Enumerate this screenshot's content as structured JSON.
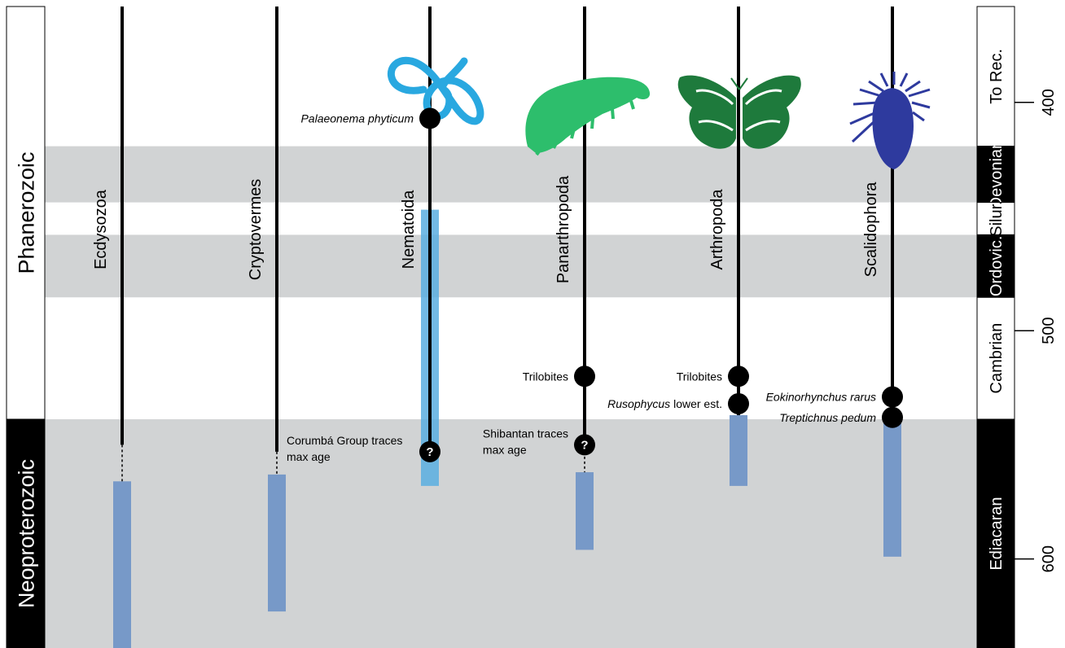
{
  "colors": {
    "band_gray": "#d1d3d4",
    "range_blue": "#7799c8",
    "nematoida_blue": "#5aaee0",
    "lineage": "#000000",
    "icon_nematode": "#29a8e0",
    "icon_panarthropod": "#2dbe6c",
    "icon_arthropod": "#1e7a3c",
    "icon_scalidophora": "#2e3a9e"
  },
  "eons": [
    {
      "label": "Phanerozoic",
      "start": 538.8,
      "end": 358,
      "style": "white"
    },
    {
      "label": "Neoproterozoic",
      "start": 639,
      "end": 538.8,
      "style": "black"
    }
  ],
  "periods": [
    {
      "label": "To Rec.",
      "start": 419.2,
      "end": 358,
      "style": "white",
      "band": false
    },
    {
      "label": "Devonian",
      "start": 443.8,
      "end": 419.2,
      "style": "black",
      "band": true
    },
    {
      "label": "Silur.",
      "start": 458,
      "end": 443.8,
      "style": "white",
      "band": false
    },
    {
      "label": "Ordovic.",
      "start": 485.4,
      "end": 458,
      "style": "black",
      "band": true
    },
    {
      "label": "Cambrian",
      "start": 538.8,
      "end": 485.4,
      "style": "white",
      "band": false
    },
    {
      "label": "Ediacaran",
      "start": 639,
      "end": 538.8,
      "style": "black",
      "band": true
    }
  ],
  "ticks": [
    {
      "label": "400",
      "age": 400
    },
    {
      "label": "500",
      "age": 500
    },
    {
      "label": "600",
      "age": 600
    }
  ],
  "clades": [
    {
      "label": "Ecdysozoa",
      "line_start": 550,
      "dashed_to": 566,
      "range": [
        566,
        640
      ]
    },
    {
      "label": "Cryptovermes",
      "line_start": 553,
      "dashed_to": 563,
      "range": [
        563,
        623
      ]
    },
    {
      "label": "Nematoida",
      "line_start": 553,
      "dashed_to": null,
      "range": [
        447,
        568
      ]
    },
    {
      "label": "Panarthropoda",
      "line_start": 553,
      "dashed_to": 562,
      "range": [
        562,
        596
      ]
    },
    {
      "label": "Arthropoda",
      "line_start": 537,
      "dashed_to": null,
      "range": [
        537,
        568
      ]
    },
    {
      "label": "Scalidophora",
      "line_start": 537,
      "dashed_to": null,
      "range": [
        537,
        599
      ]
    }
  ],
  "fossils": [
    {
      "clade": 2,
      "age": 407,
      "mark": "dot",
      "parts": [
        {
          "t": "Palaeonema phyticum",
          "i": true
        }
      ],
      "side": "left"
    },
    {
      "clade": 2,
      "age": 553,
      "mark": "q",
      "parts": [
        {
          "t": "Corumbá Group traces",
          "i": false
        }
      ],
      "line2": "max age",
      "side": "left"
    },
    {
      "clade": 3,
      "age": 520,
      "mark": "dot",
      "parts": [
        {
          "t": "Trilobites",
          "i": false
        }
      ],
      "side": "left"
    },
    {
      "clade": 3,
      "age": 550,
      "mark": "q",
      "parts": [
        {
          "t": "Shibantan traces",
          "i": false
        }
      ],
      "line2": "max age",
      "side": "left"
    },
    {
      "clade": 4,
      "age": 520,
      "mark": "dot",
      "parts": [
        {
          "t": "Trilobites",
          "i": false
        }
      ],
      "side": "left"
    },
    {
      "clade": 4,
      "age": 532,
      "mark": "dot",
      "parts": [
        {
          "t": "Rusophycus",
          "i": true
        },
        {
          "t": " lower est.",
          "i": false
        }
      ],
      "side": "left"
    },
    {
      "clade": 5,
      "age": 529,
      "mark": "dot",
      "parts": [
        {
          "t": "Eokinorhynchus rarus",
          "i": true
        }
      ],
      "side": "left"
    },
    {
      "clade": 5,
      "age": 538,
      "mark": "dot",
      "parts": [
        {
          "t": "Treptichnus pedum",
          "i": true
        }
      ],
      "side": "left"
    }
  ],
  "question_mark": "?"
}
